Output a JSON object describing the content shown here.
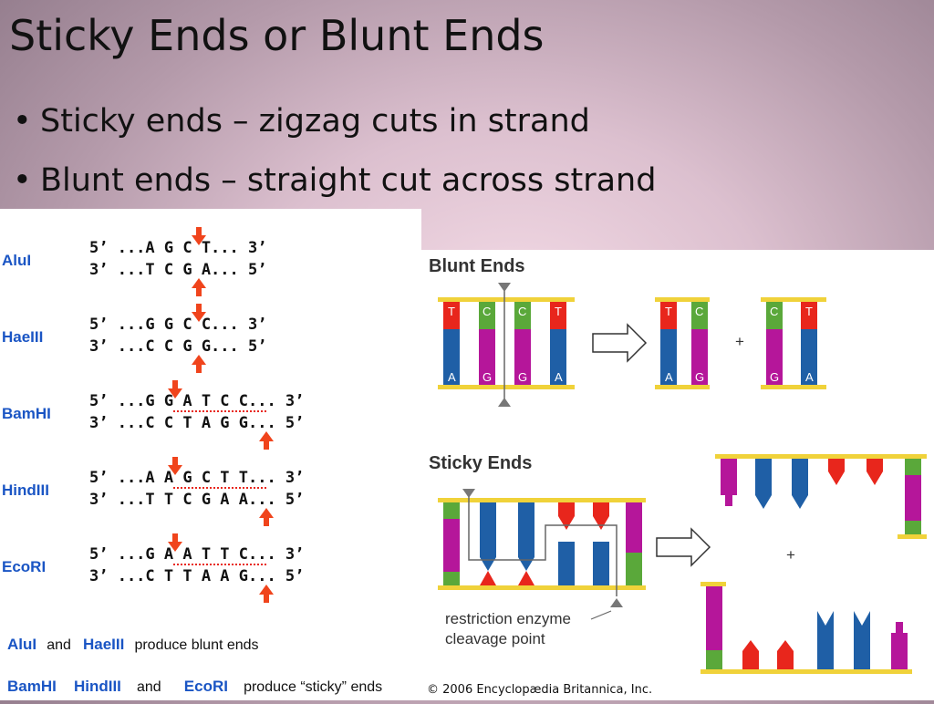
{
  "title": "Sticky Ends or Blunt Ends",
  "bullets": [
    "Sticky ends – zigzag cuts in strand",
    "Blunt ends – straight cut across strand"
  ],
  "enzymes": [
    {
      "name": "AluI",
      "top": "5’ ...A G C T... 3’",
      "bottom": "3’ ...T C G A... 5’"
    },
    {
      "name": "HaeIII",
      "top": "5’ ...G G C C... 3’",
      "bottom": "3’ ...C C G G... 5’"
    },
    {
      "name": "BamHI",
      "top": "5’ ...G G A T C C... 3’",
      "bottom": "3’ ...C C T A G G... 5’"
    },
    {
      "name": "HindIII",
      "top": "5’ ...A A G C T T... 3’",
      "bottom": "3’ ...T T C G A A... 5’"
    },
    {
      "name": "EcoRI",
      "top": "5’ ...G A A T T C... 3’",
      "bottom": "3’ ...C T T A A G... 5’"
    }
  ],
  "captions": {
    "line1": {
      "e1": "AluI",
      "and": "and",
      "e2": "HaeIII",
      "rest": "produce blunt ends"
    },
    "line2": {
      "e1": "BamHI",
      "e2": "HindIII",
      "and": "and",
      "e3": "EcoRI",
      "rest": "produce “sticky” ends"
    }
  },
  "right": {
    "blunt_title": "Blunt Ends",
    "sticky_title": "Sticky Ends",
    "plus": "+",
    "cleavage_label_1": "restriction enzyme",
    "cleavage_label_2": "cleavage point",
    "copyright": "© 2006 Encyclopædia Britannica, Inc."
  },
  "colors": {
    "red": "#e8261c",
    "blue": "#1f5fa6",
    "magenta": "#b5169a",
    "green": "#5aa83a",
    "yellow": "#f0d23a",
    "arrow": "#f0441c",
    "enzyme_text": "#1a55c4"
  }
}
